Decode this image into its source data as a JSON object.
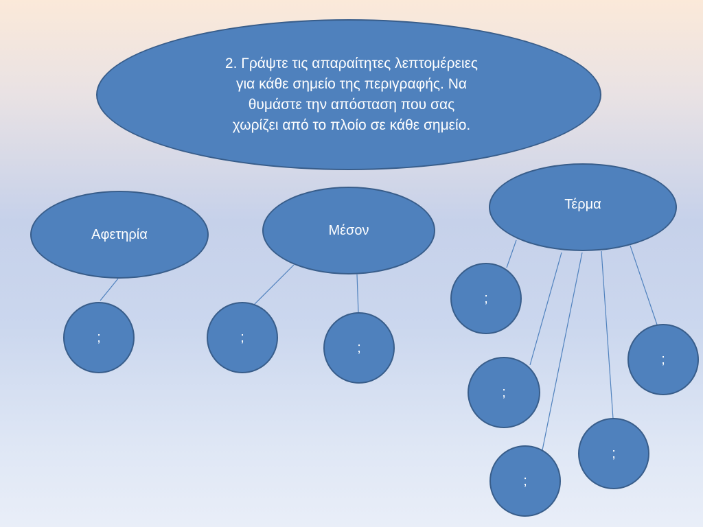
{
  "instruction": {
    "lines": [
      "2.  Γράψτε τις απαραίτητες λεπτομέρειες",
      "για κάθε σημείο της περιγραφής. Να",
      "θυμάστε την απόσταση που σας",
      "χωρίζει από το πλοίο σε κάθε σημείο."
    ]
  },
  "categories": {
    "start": "Αφετηρία",
    "middle": "Μέσον",
    "end": "Τέρμα"
  },
  "placeholders": {
    "start_1": ";",
    "middle_1": ";",
    "middle_2": ";",
    "end_1": ";",
    "end_2": ";",
    "end_3": ";",
    "end_4": ";",
    "end_5": ";"
  },
  "colors": {
    "node_fill": "#4f81bd",
    "node_border": "#385d8a",
    "connector": "#4f81bd",
    "text": "#ffffff"
  }
}
